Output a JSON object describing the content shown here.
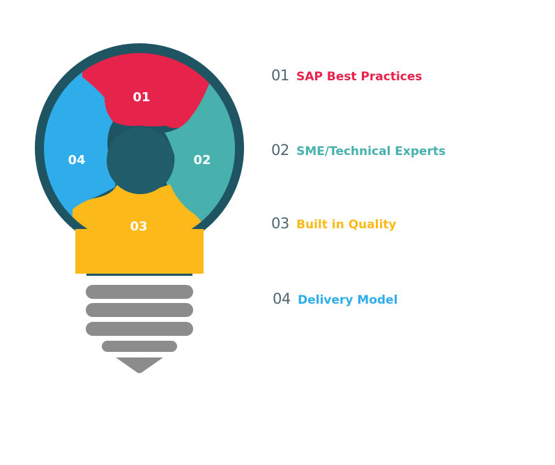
{
  "colors": {
    "outline": "#1f5563",
    "hub": "#215c6a",
    "seg1": "#e5234b",
    "seg2": "#48b1ad",
    "seg3": "#fbba1a",
    "seg4": "#2fadea",
    "base": "#8c8c8c",
    "number_text": "#4f6670"
  },
  "bulb": {
    "segment_labels": [
      "01",
      "02",
      "03",
      "04"
    ]
  },
  "legend": [
    {
      "num": "01",
      "label": "SAP Best Practices",
      "color": "#e5234b"
    },
    {
      "num": "02",
      "label": "SME/Technical Experts",
      "color": "#48b1ad"
    },
    {
      "num": "03",
      "label": "Built in Quality",
      "color": "#fbba1a"
    },
    {
      "num": "04",
      "label": "Delivery Model",
      "color": "#2fadea"
    }
  ]
}
